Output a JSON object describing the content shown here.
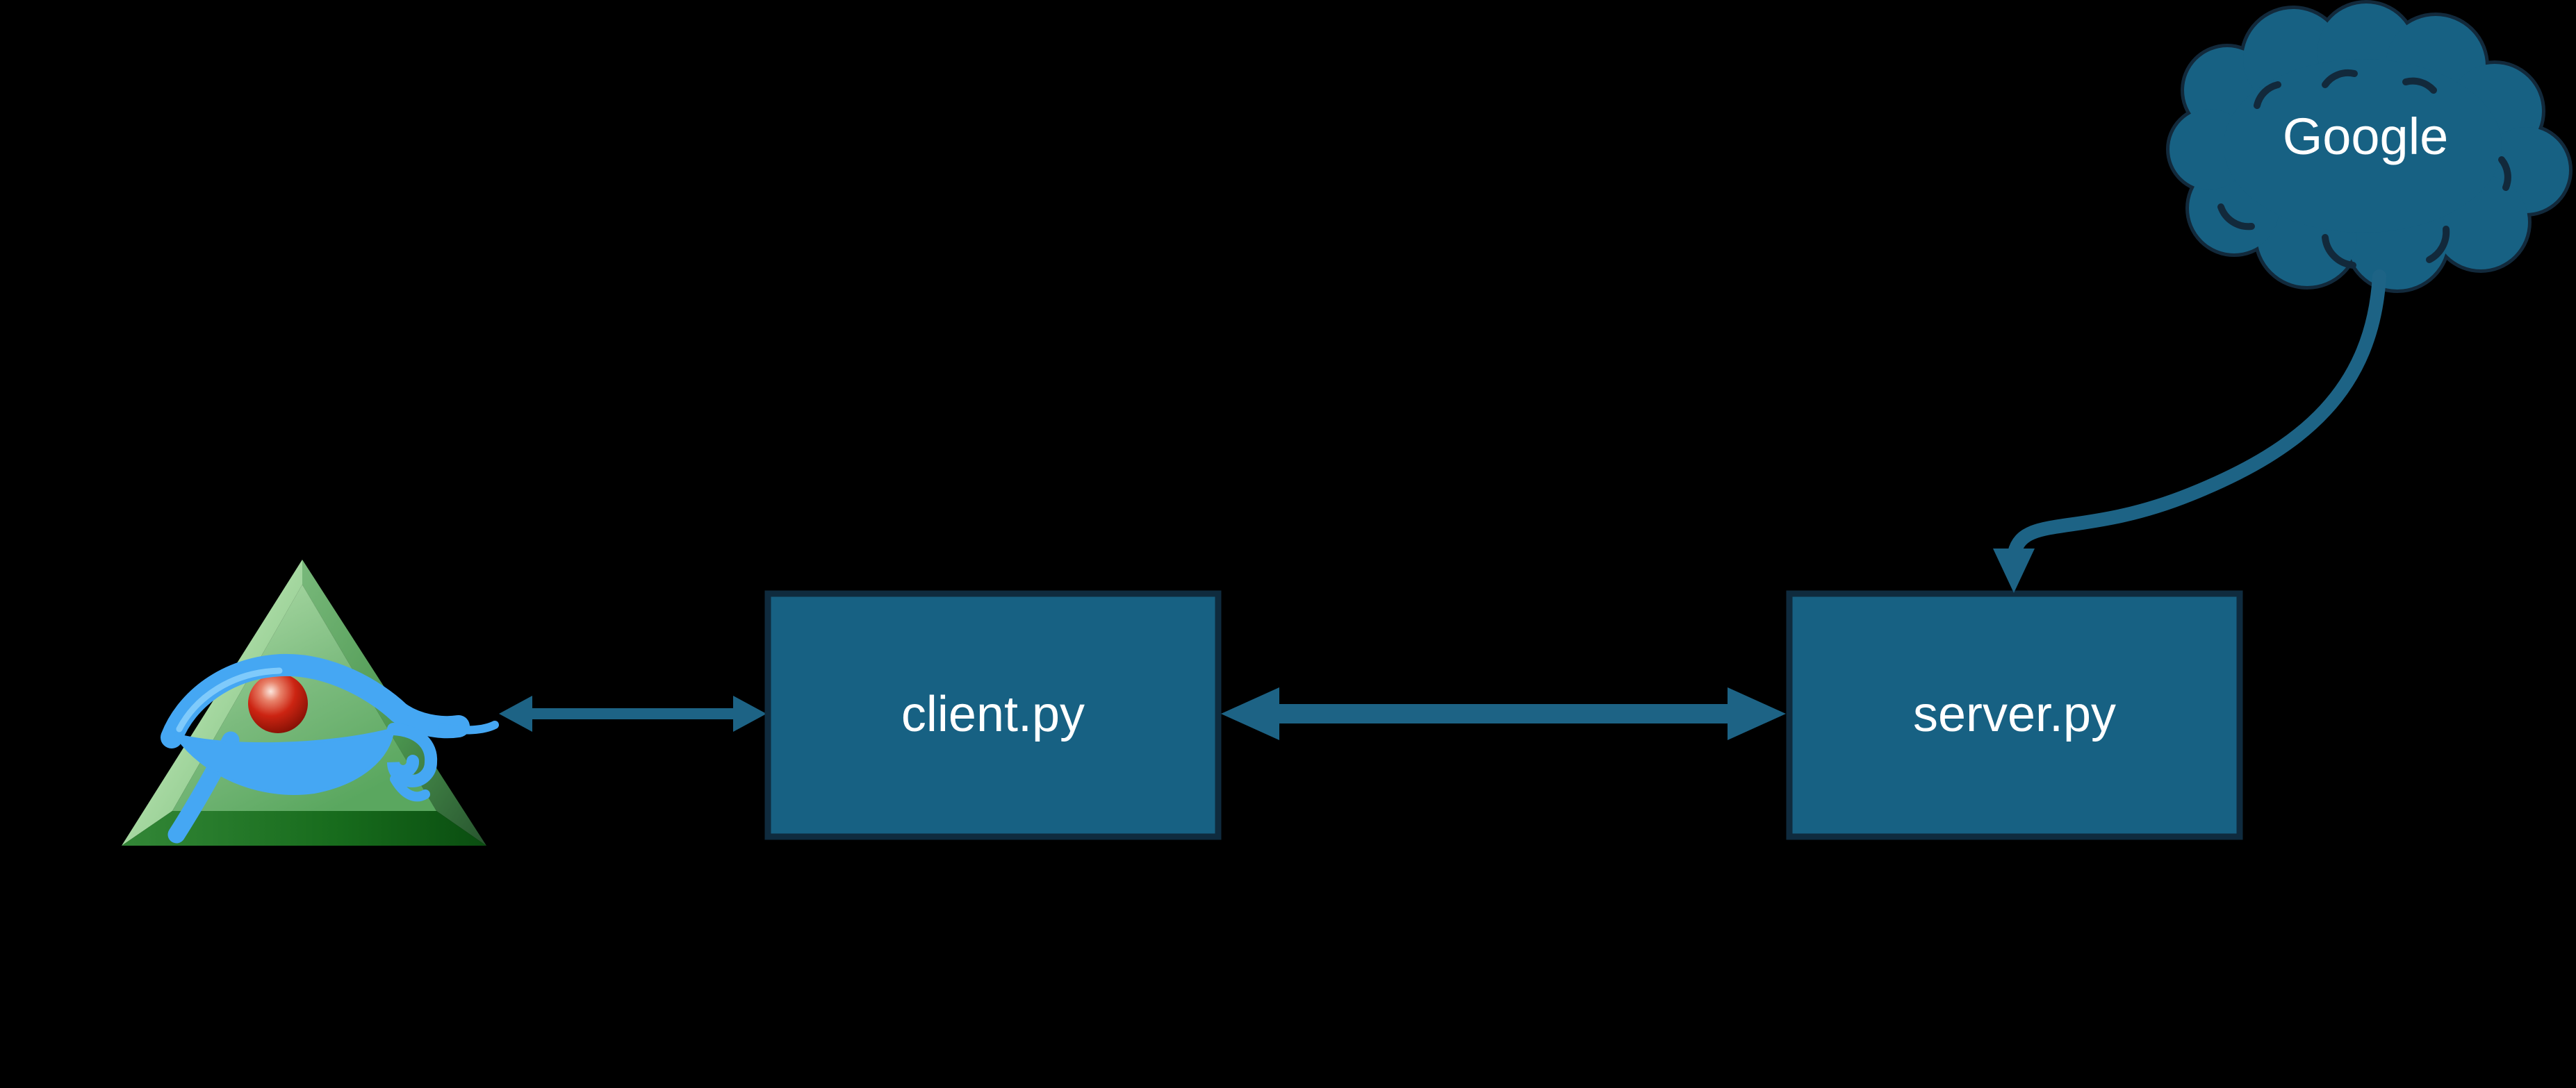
{
  "diagram": {
    "background_color": "#000000",
    "nodes": {
      "eye_icon": {
        "type": "eye-of-horus-pyramid",
        "label": ""
      },
      "client": {
        "label": "client.py",
        "fill": "#176183",
        "border": "#0f2b3e",
        "text_color": "#ffffff"
      },
      "server": {
        "label": "server.py",
        "fill": "#176183",
        "border": "#0f2b3e",
        "text_color": "#ffffff"
      },
      "cloud": {
        "label": "Google",
        "fill": "#176183",
        "border": "#12293b",
        "text_color": "#ffffff"
      }
    },
    "edges": [
      {
        "from": "eye-of-horus-pyramid",
        "to": "client.py",
        "type": "double-headed-arrow",
        "color": "#1d6385"
      },
      {
        "from": "client.py",
        "to": "server.py",
        "type": "double-headed-arrow",
        "color": "#1d6385"
      },
      {
        "from": "Google",
        "to": "server.py",
        "type": "curved-single-arrow",
        "color": "#1d6385"
      }
    ],
    "icon_colors": {
      "pyramid_green": "#7cbb7e",
      "eye_blue": "#45a7f3",
      "pupil_red": "#cc2412"
    }
  }
}
